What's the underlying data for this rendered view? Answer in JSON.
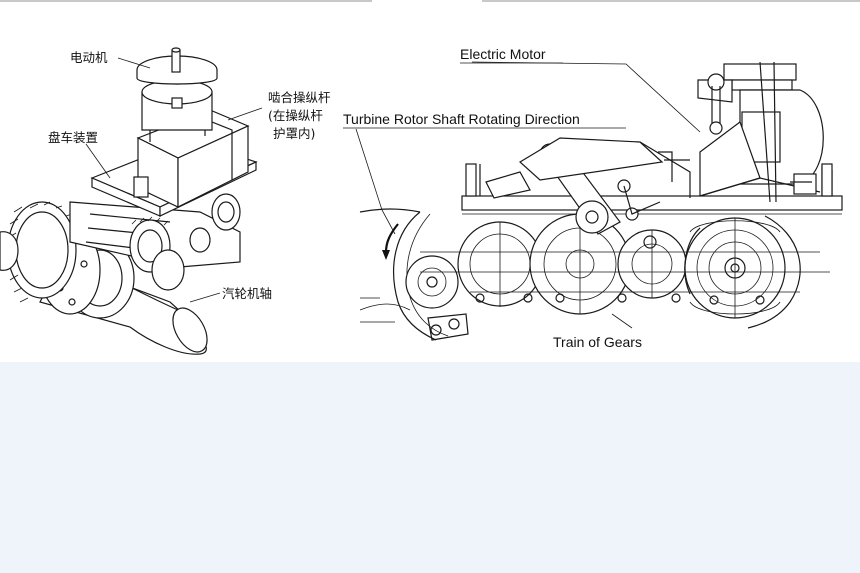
{
  "left_figure": {
    "labels": {
      "motor": "电动机",
      "lever_line1": "啮合操纵杆",
      "lever_line2": "(在操纵杆",
      "lever_line3": "护罩内)",
      "turning_gear": "盘车装置",
      "turbine_shaft": "汽轮机轴"
    }
  },
  "right_figure": {
    "labels": {
      "electric_motor": "Electric Motor",
      "rotor_direction": "Turbine Rotor Shaft Rotating Direction",
      "train_of_gears": "Train of Gears"
    }
  }
}
